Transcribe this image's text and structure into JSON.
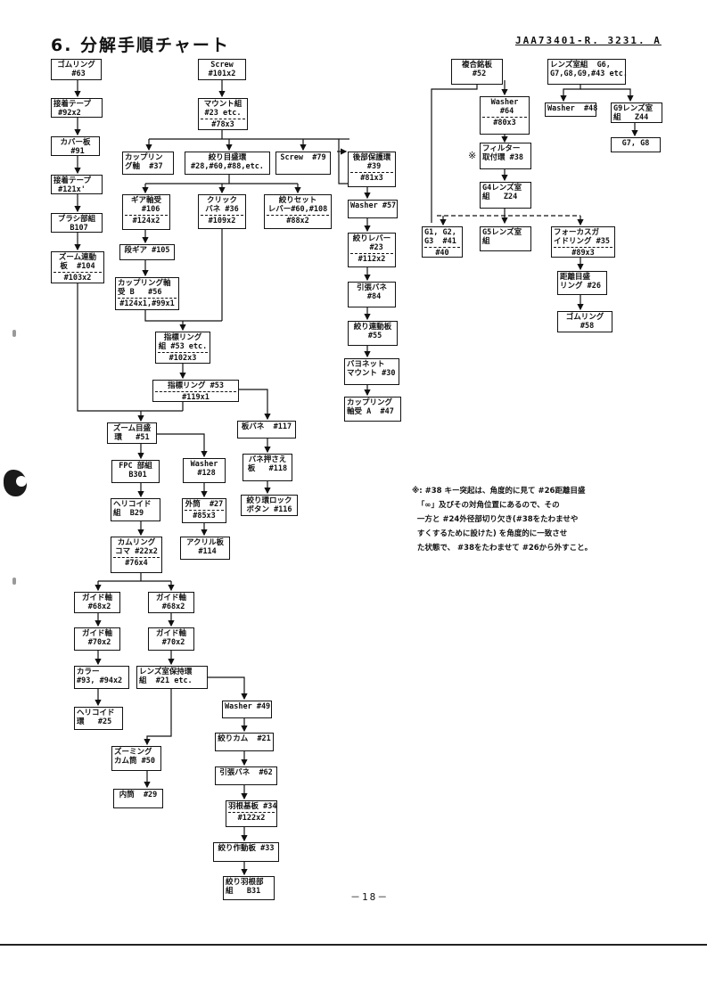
{
  "header": {
    "title": "6. 分解手順チャート",
    "doc_number": "JAA73401-R. 3231. A"
  },
  "boxes": {
    "b1": {
      "t": "ゴムリング\n #63"
    },
    "b2": {
      "t": "接着テープ\n #92x2"
    },
    "b3": {
      "t": "カバー板\n #91"
    },
    "b4": {
      "t": "接着テープ\n #121x'"
    },
    "b5": {
      "t": "ブラシ部組\n B107"
    },
    "b6": {
      "t": "ズーム連動\n板  #104",
      "s": "#103x2"
    },
    "b7": {
      "t": "Screw\n#101x2"
    },
    "b8": {
      "t": "マウント組\n#23 etc.",
      "s": "#78x3"
    },
    "b9": {
      "t": "カップリン\nグ軸  #37"
    },
    "b10": {
      "t": "絞り目盛環\n#28,#60,#88,etc."
    },
    "b11": {
      "t": "Screw  #79"
    },
    "b12": {
      "t": "ギア軸受\n  #106",
      "s": "#124x2"
    },
    "b13": {
      "t": "クリック\nバネ #36",
      "s": "#109x2"
    },
    "b14": {
      "t": "絞りセット\nレバー#60,#108",
      "s": "#88x2"
    },
    "b15": {
      "t": "段ギア #105"
    },
    "b16": {
      "t": "カップリング軸\n受 B   #56",
      "s": "#124x1,#99x1"
    },
    "b17": {
      "t": "指標リング\n組 #53 etc.",
      "s": "#102x3"
    },
    "b18": {
      "t": "指標リング #53",
      "s": "#119x1"
    },
    "b19": {
      "t": "ズーム目盛\n環   #51"
    },
    "b20": {
      "t": "板バネ  #117"
    },
    "b21": {
      "t": "バネ押さえ\n板   #118"
    },
    "b22": {
      "t": "絞り環ロック\nボタン #116"
    },
    "b23": {
      "t": "FPC 部組\n B301"
    },
    "b24": {
      "t": "Washer\n #128"
    },
    "b25": {
      "t": "ヘリコイド\n組  B29"
    },
    "b26": {
      "t": "外筒  #27",
      "s": "#85x3"
    },
    "b27": {
      "t": "カムリング\nコマ #22x2",
      "s": "#76x4"
    },
    "b28": {
      "t": "アクリル板\n #114"
    },
    "b29": {
      "t": "ガイド軸\n #68x2"
    },
    "b30": {
      "t": "ガイド軸\n #68x2"
    },
    "b31": {
      "t": "ガイド軸\n #70x2"
    },
    "b32": {
      "t": "ガイド軸\n #70x2"
    },
    "b33": {
      "t": "カラー\n#93, #94x2"
    },
    "b34": {
      "t": "レンズ室保持環\n組  #21 etc."
    },
    "b35": {
      "t": "ヘリコイド\n環   #25"
    },
    "b36": {
      "t": "Washer #49"
    },
    "b37": {
      "t": "絞りカム  #21"
    },
    "b38": {
      "t": "ズーミング\nカム筒 #50"
    },
    "b39": {
      "t": "引張バネ  #62"
    },
    "b40": {
      "t": "内筒  #29"
    },
    "b41": {
      "t": "羽根基板 #34",
      "s": "#122x2"
    },
    "b42": {
      "t": "絞り作動板 #33"
    },
    "b43": {
      "t": "絞り羽根部\n組   B31"
    },
    "b44": {
      "t": "後部保護環\n #39",
      "s": "#81x3"
    },
    "b45": {
      "t": "Washer #57"
    },
    "b46": {
      "t": "絞りレバー\n  #23",
      "s": "#112x2"
    },
    "b47": {
      "t": "引張バネ\n #84"
    },
    "b48": {
      "t": "絞り連動板\n #55"
    },
    "b49": {
      "t": "バヨネット\nマウント #30"
    },
    "b50": {
      "t": "カップリング\n軸受 A  #47"
    },
    "b51": {
      "t": "複合銘板\n #52"
    },
    "b52": {
      "t": "Washer\n #64",
      "s": "#80x3"
    },
    "b53": {
      "t": "フィルター\n取付環 #38"
    },
    "b54": {
      "t": "G4レンズ室\n組   Z24"
    },
    "b55": {
      "t": "G1, G2,\nG3  #41",
      "s": "#40"
    },
    "b56": {
      "t": "G5レンズ室\n組"
    },
    "b57": {
      "t": "フォーカスガ\nイドリング #35",
      "s": "#89x3"
    },
    "b58": {
      "t": "距離目盛\nリング #26"
    },
    "b59": {
      "t": "ゴムリング\n #58"
    },
    "b60": {
      "t": "レンズ室組  G6,\nG7,G8,G9,#43 etc."
    },
    "b61": {
      "t": "Washer  #48"
    },
    "b62": {
      "t": "G9レンズ室\n組   Z44"
    },
    "b63": {
      "t": "G7, G8"
    }
  },
  "note": {
    "asterisk": "※",
    "lines": [
      "※: #38 キー突起は、角度的に見て #26距離目盛",
      "  「∞」及びその対角位置にあるので、その",
      "  一方と #24外径部切り欠き(#38をたわませや",
      "  すくするために設けた) を角度的に一致させ",
      "  た状態で、 #38をたわませて #26から外すこと。"
    ]
  },
  "footer": {
    "page_number": "－18－"
  }
}
